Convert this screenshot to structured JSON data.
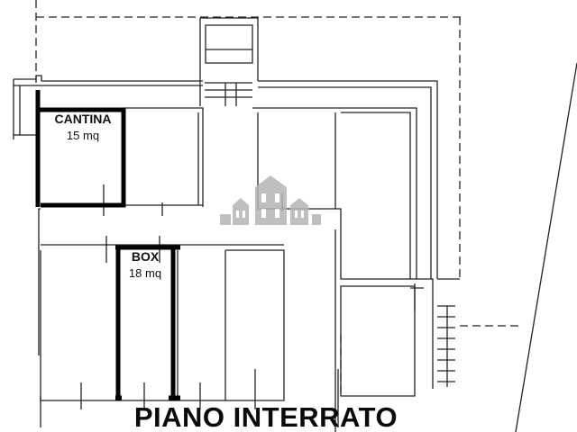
{
  "plan_title": "PIANO INTERRATO",
  "rooms": [
    {
      "name": "CANTINA",
      "area": "15 mq"
    },
    {
      "name": "BOX",
      "area": "18 mq"
    }
  ],
  "colors": {
    "wall": "#111111",
    "highlight_wall": "#000000",
    "watermark": "#b5b5b5"
  }
}
